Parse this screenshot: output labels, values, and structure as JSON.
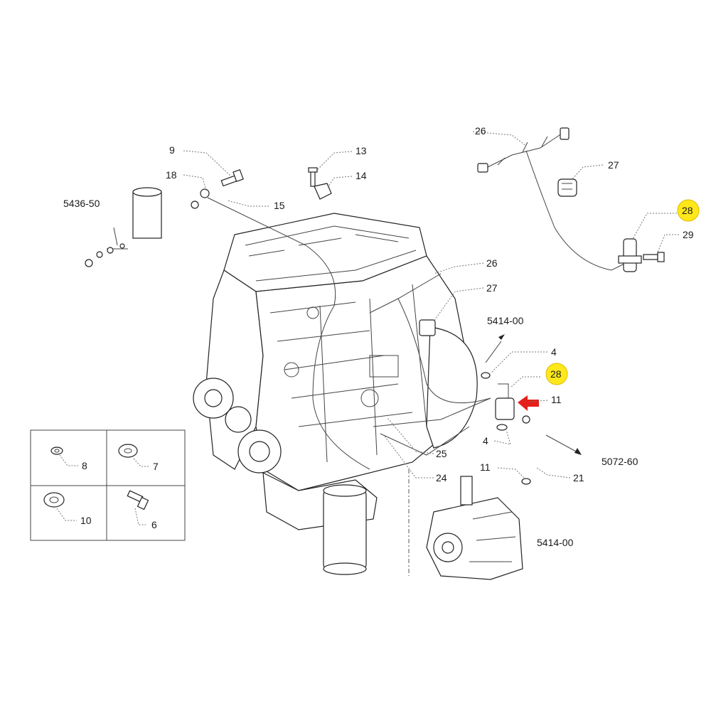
{
  "diagram": {
    "callouts": {
      "c9": "9",
      "c18": "18",
      "c13": "13",
      "c14": "14",
      "c15": "15",
      "c5436": "5436-50",
      "c26a": "26",
      "c27a": "27",
      "c28a": "28",
      "c29": "29",
      "c26b": "26",
      "c27b": "27",
      "c5414a": "5414-00",
      "c4a": "4",
      "c28b": "28",
      "c11a": "11",
      "c4b": "4",
      "c5072": "5072-60",
      "c11b": "11",
      "c21": "21",
      "c25": "25",
      "c24": "24",
      "c5414b": "5414-00",
      "c8": "8",
      "c7": "7",
      "c10": "10",
      "c6": "6"
    },
    "highlighted_part": "28",
    "highlight_color": "#ffe81a",
    "arrow_color": "#e3201b"
  }
}
